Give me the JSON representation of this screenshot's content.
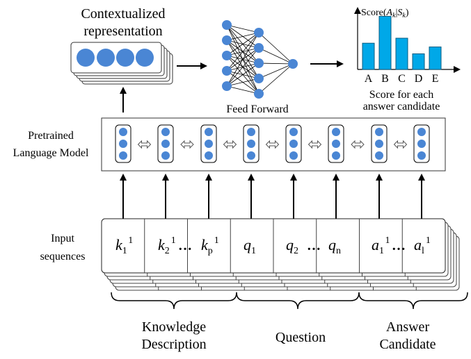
{
  "contextualized_label": [
    "Contextualized",
    "representation"
  ],
  "feed_forward_label": "Feed Forward",
  "score_chart": {
    "axis_title_prefix": "Score(",
    "axis_title_A": "A",
    "axis_title_k": "k",
    "axis_title_bar": "|",
    "axis_title_S": "S",
    "axis_title_suffix": ")",
    "categories": [
      "A",
      "B",
      "C",
      "D",
      "E"
    ],
    "relative_heights": [
      0.42,
      0.85,
      0.5,
      0.25,
      0.36
    ],
    "caption": [
      "Score for each",
      "answer candidate"
    ]
  },
  "plm_label": [
    "Pretrained",
    "Language Model"
  ],
  "input_label": [
    "Input",
    "sequences"
  ],
  "tokens": [
    {
      "base": "k",
      "sub": "1",
      "sup": "1"
    },
    {
      "base": "k",
      "sub": "2",
      "sup": "1"
    },
    {
      "base": "k",
      "sub": "p",
      "sup": "1"
    },
    {
      "base": "q",
      "sub": "1",
      "sup": ""
    },
    {
      "base": "q",
      "sub": "2",
      "sup": ""
    },
    {
      "base": "q",
      "sub": "n",
      "sup": ""
    },
    {
      "base": "a",
      "sub": "1",
      "sup": "1"
    },
    {
      "base": "a",
      "sub": "l",
      "sup": "1"
    }
  ],
  "ellipsis": "…",
  "groups": [
    {
      "lines": [
        "Knowledge",
        "Description"
      ]
    },
    {
      "lines": [
        "Question"
      ]
    },
    {
      "lines": [
        "Answer",
        "Candidate"
      ]
    }
  ]
}
